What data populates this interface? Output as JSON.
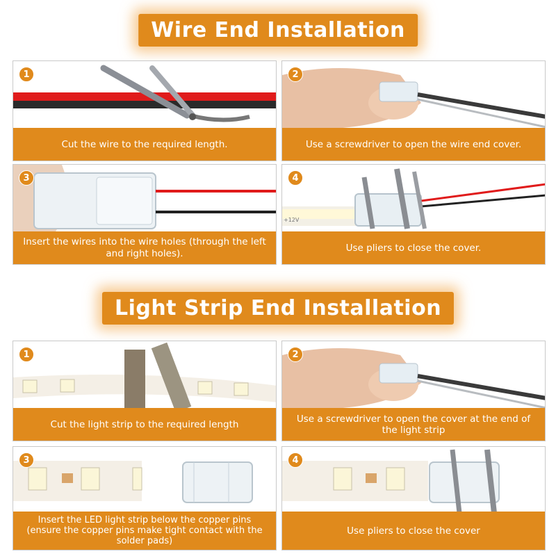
{
  "sections": [
    {
      "title": "Wire End Installation",
      "steps": [
        {
          "number": "1",
          "caption": "Cut the wire to the required length."
        },
        {
          "number": "2",
          "caption": "Use a screwdriver to open the wire end cover."
        },
        {
          "number": "3",
          "caption": "Insert the wires into the wire holes (through the left and right holes)."
        },
        {
          "number": "4",
          "caption": "Use pliers to close the cover."
        }
      ]
    },
    {
      "title": "Light Strip End Installation",
      "steps": [
        {
          "number": "1",
          "caption": "Cut the light strip to the required length"
        },
        {
          "number": "2",
          "caption": "Use a screwdriver to open the cover at the end of the light strip"
        },
        {
          "number": "3",
          "caption": "Insert the LED light strip below the copper pins (ensure the copper pins make tight contact with the solder pads)"
        },
        {
          "number": "4",
          "caption": "Use pliers to close the cover"
        }
      ]
    }
  ],
  "strip_label": "+12V",
  "colors": {
    "accent": "#e08a1c",
    "wire_red": "#e01b1b",
    "wire_black": "#222222"
  }
}
